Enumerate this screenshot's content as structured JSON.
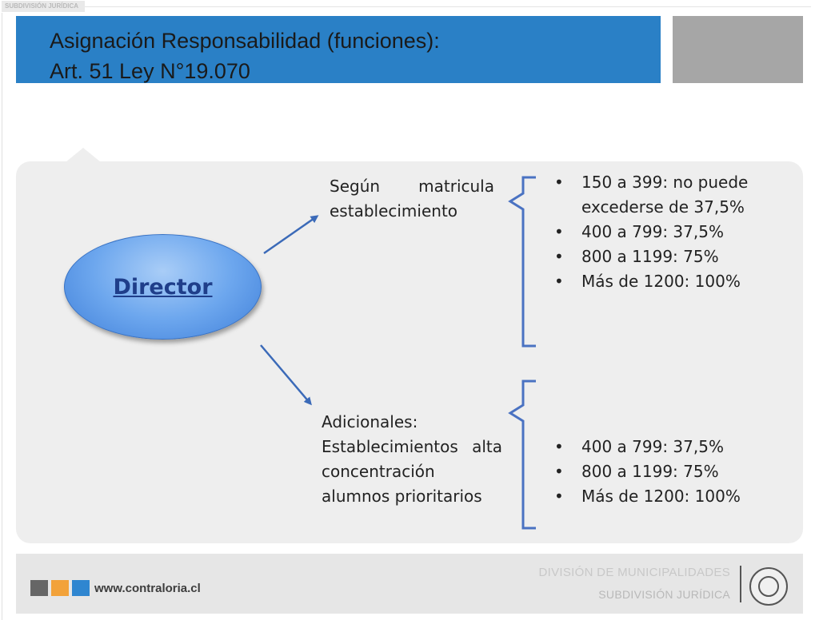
{
  "header": {
    "tag": "SUBDIVISIÓN JURÍDICA",
    "title_line1": "Asignación Responsabilidad (funciones):",
    "title_line2": "Art. 51 Ley N°19.070"
  },
  "diagram": {
    "center": "Director",
    "branch1": {
      "label_line1": "Según matricula",
      "label_line2": "establecimiento",
      "bullets": [
        "150 a 399: no puede",
        "excederse de 37,5%",
        "400 a 799: 37,5%",
        "800 a 1199: 75%",
        "Más de 1200: 100%"
      ]
    },
    "branch2": {
      "label_line1": "Adicionales:",
      "label_line2": "Establecimientos alta",
      "label_line3": "concentración",
      "label_line4": "alumnos prioritarios",
      "bullets": [
        "400 a 799: 37,5%",
        "800 a 1199: 75%",
        "Más de 1200: 100%"
      ]
    },
    "bullet_char": "•"
  },
  "footer": {
    "url": "www.contraloria.cl",
    "division": "DIVISIÓN DE MUNICIPALIDADES",
    "subdivision": "SUBDIVISIÓN JURÍDICA",
    "squares": [
      "#666666",
      "#f2a23a",
      "#2f86d0"
    ]
  },
  "colors": {
    "title_bg": "#2a80c6",
    "arrow": "#3b6ab8",
    "bracket": "#4a72c2"
  }
}
